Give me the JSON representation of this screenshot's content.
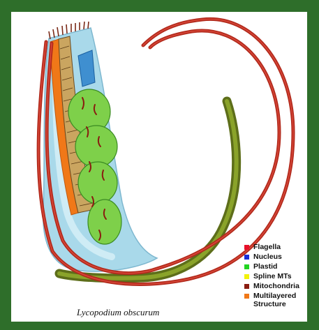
{
  "caption": "Lycopodium obscurum",
  "colors": {
    "frame": "#2e6e2a",
    "panel": "#ffffff",
    "flagella": "#e8102a",
    "nucleus": "#1a2fd8",
    "plastid": "#22d422",
    "spline": "#f2f20a",
    "mitochondria": "#8a1c10",
    "multilayered": "#f07818"
  },
  "legend": [
    {
      "label": "Flagella",
      "color": "#e8102a",
      "icon": "red-square"
    },
    {
      "label": "Nucleus",
      "color": "#1a2fd8",
      "icon": "blue-square"
    },
    {
      "label": "Plastid",
      "color": "#22d422",
      "icon": "green-square"
    },
    {
      "label": "Spline MTs",
      "color": "#f2f20a",
      "icon": "yellow-square"
    },
    {
      "label": "Mitochondria",
      "color": "#8a1c10",
      "icon": "brown-square"
    },
    {
      "label": "Multilayered\nStructure",
      "color": "#f07818",
      "icon": "orange-square"
    }
  ]
}
